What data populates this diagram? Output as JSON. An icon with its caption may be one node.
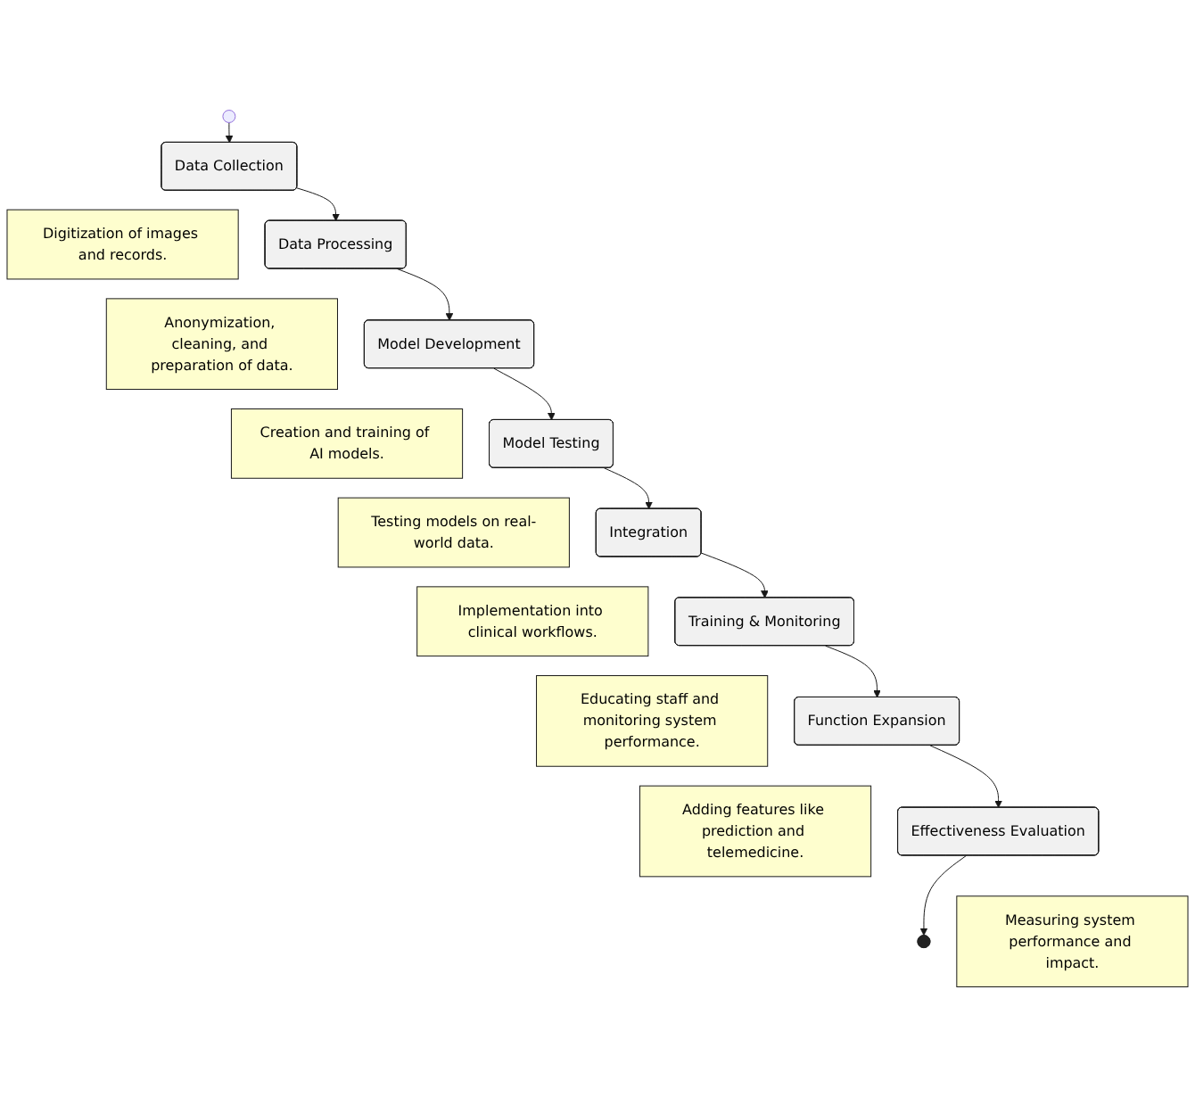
{
  "diagram": {
    "nodes": [
      {
        "text": [],
        "shape": "circle"
      },
      {
        "text": [
          "Data Collection"
        ]
      },
      {
        "text": [
          "Digitization of images and records."
        ]
      },
      {
        "text": [
          "Data Processing"
        ]
      },
      {
        "text": [
          "Anonymization, cleaning, and preparation of data."
        ]
      },
      {
        "text": [
          "Model Development"
        ]
      },
      {
        "text": [
          "Creation and training of AI models."
        ]
      },
      {
        "text": [
          "Model Testing"
        ]
      },
      {
        "text": [
          "Testing models on real-world data."
        ]
      },
      {
        "text": [
          "Integration"
        ]
      },
      {
        "text": [
          "Implementation into clinical workflows."
        ]
      },
      {
        "text": [
          "Training & Monitoring"
        ]
      },
      {
        "text": [
          "Educating staff and monitoring system performance."
        ]
      },
      {
        "text": [
          "Function Expansion"
        ]
      },
      {
        "text": [
          "Adding features like prediction and telemedicine."
        ]
      },
      {
        "text": [
          "Effectiveness Evaluation"
        ]
      },
      {
        "text": [
          "Measuring system performance and impact."
        ]
      },
      {
        "text": [],
        "shape": "bullseye"
      }
    ],
    "edges": [
      {
        "from": 0,
        "to": 1,
        "arrow": "to"
      },
      {
        "from": 1,
        "to": 3,
        "arrow": "to"
      },
      {
        "from": 3,
        "to": 5,
        "arrow": "to"
      },
      {
        "from": 5,
        "to": 7,
        "arrow": "to"
      },
      {
        "from": 7,
        "to": 9,
        "arrow": "to"
      },
      {
        "from": 9,
        "to": 11,
        "arrow": "to"
      },
      {
        "from": 11,
        "to": 13,
        "arrow": "to"
      },
      {
        "from": 13,
        "to": 15,
        "arrow": "to"
      },
      {
        "from": 15,
        "to": 17,
        "arrow": "to"
      }
    ]
  }
}
